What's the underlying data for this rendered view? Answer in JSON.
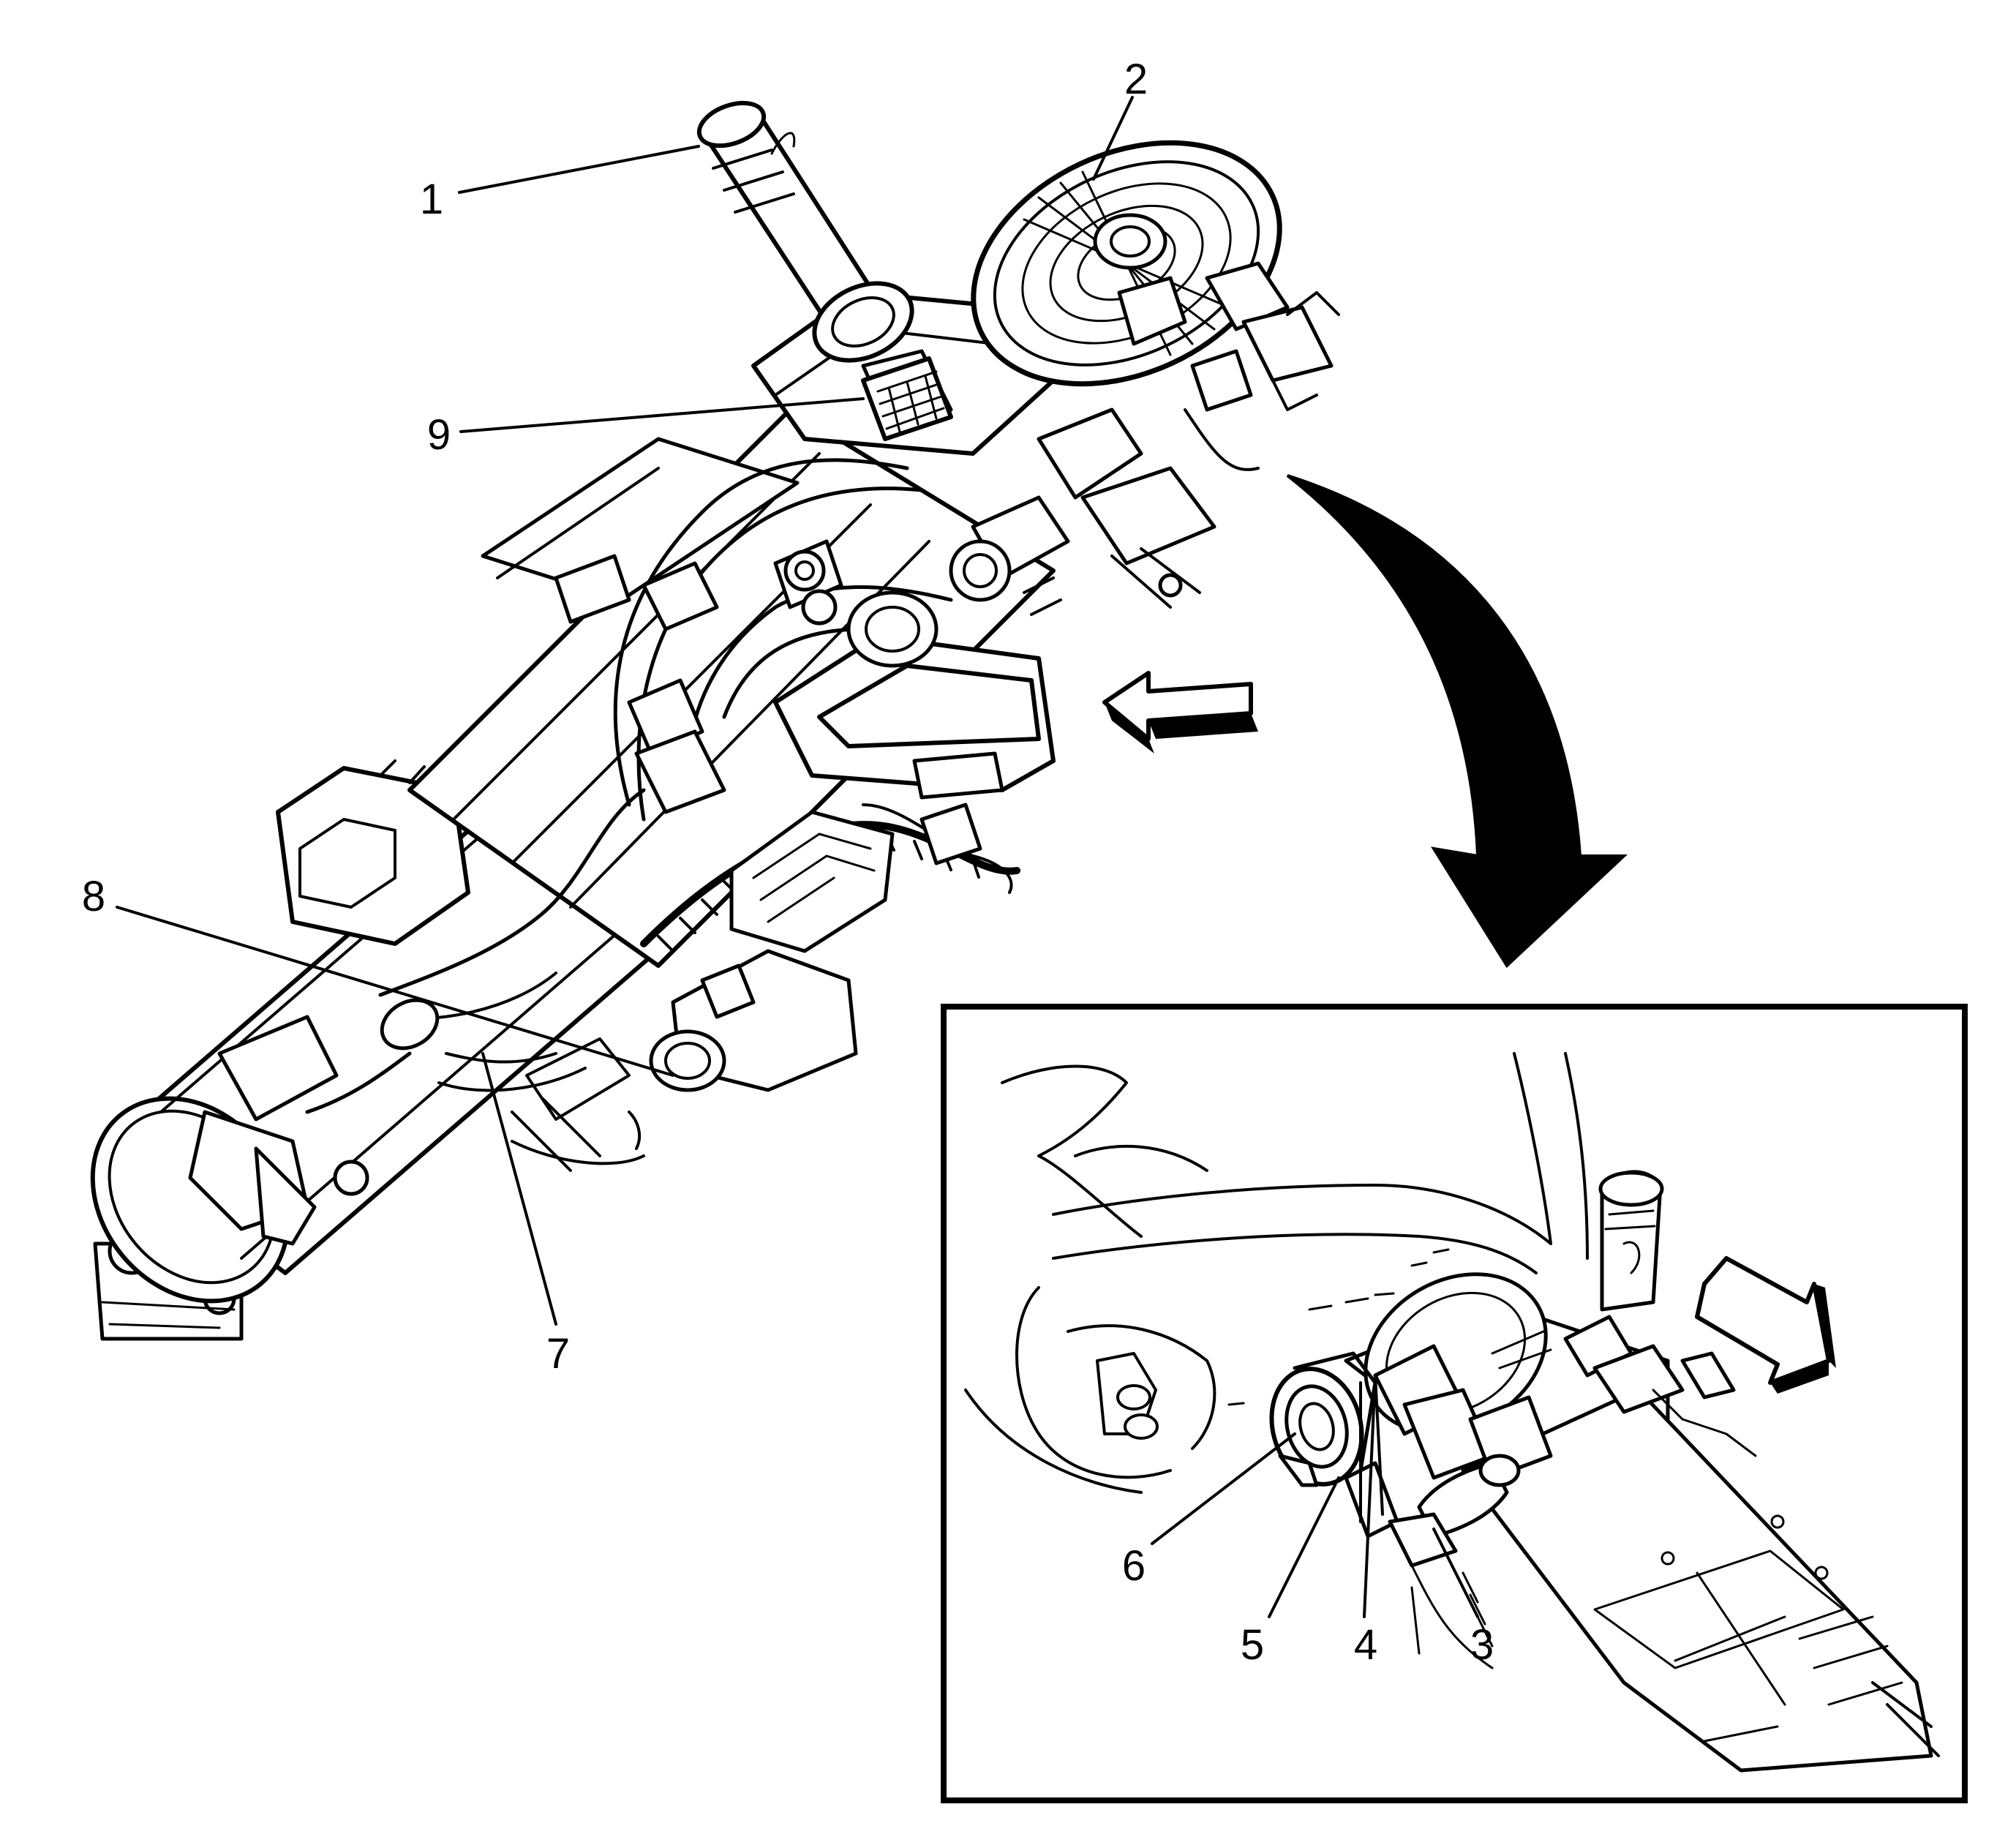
{
  "diagram": {
    "callouts": [
      {
        "id": "1",
        "label": "1"
      },
      {
        "id": "2",
        "label": "2"
      },
      {
        "id": "3",
        "label": "3"
      },
      {
        "id": "4",
        "label": "4"
      },
      {
        "id": "5",
        "label": "5"
      },
      {
        "id": "6",
        "label": "6"
      },
      {
        "id": "7",
        "label": "7"
      },
      {
        "id": "8",
        "label": "8"
      },
      {
        "id": "9",
        "label": "9"
      }
    ],
    "colors": {
      "line": "#000000",
      "background": "#ffffff"
    },
    "icons": [
      "curved-arrow-icon",
      "direction-arrow-left-icon",
      "direction-arrow-right-icon"
    ]
  }
}
